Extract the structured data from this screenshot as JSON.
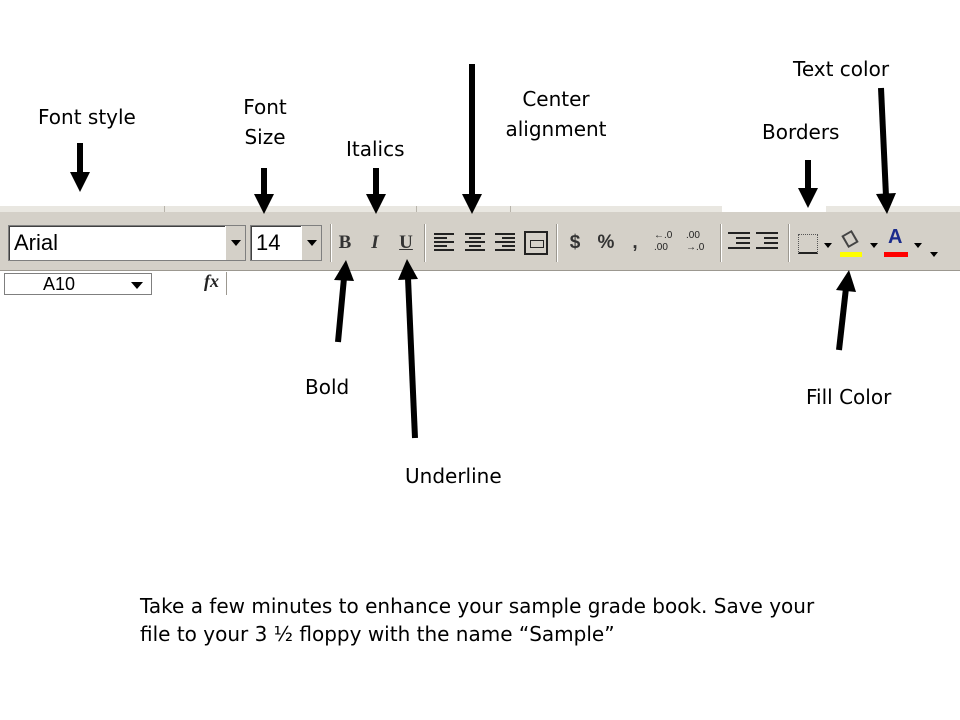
{
  "labels": {
    "font_style": "Font style",
    "font_size_line1": "Font",
    "font_size_line2": "Size",
    "italics": "Italics",
    "center_line1": "Center",
    "center_line2": "alignment",
    "borders": "Borders",
    "text_color": "Text color",
    "bold": "Bold",
    "underline": "Underline",
    "fill_color": "Fill Color"
  },
  "toolbar": {
    "font_name": "Arial",
    "font_size": "14",
    "bold_glyph": "B",
    "italic_glyph": "I",
    "underline_glyph": "U",
    "currency_glyph": "$",
    "percent_glyph": "%",
    "comma_glyph": ",",
    "fill_swatch_color": "#ffff00",
    "text_swatch_color": "#ff0000"
  },
  "formula_bar": {
    "name_box": "A10",
    "fx_label": "fx"
  },
  "caption": {
    "line1": "Take a few minutes to enhance your sample grade book.  Save your",
    "line2": "file to your 3 ½ floppy with the name “Sample”"
  }
}
